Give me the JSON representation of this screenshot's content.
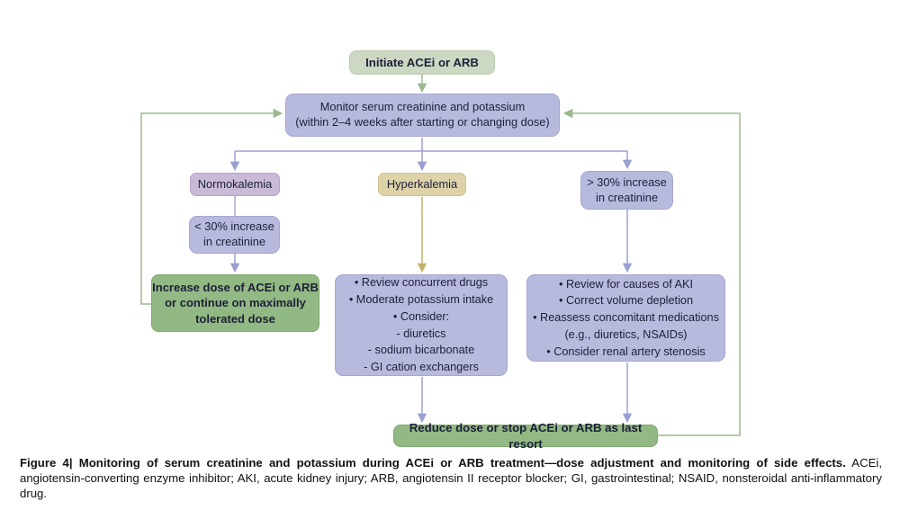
{
  "figure": {
    "caption_bold": "Figure 4| Monitoring of serum creatinine and potassium during ACEi or ARB treatment—dose adjustment and monitoring of side effects.",
    "caption_rest": " ACEi, angiotensin-converting enzyme inhibitor; AKI, acute kidney injury; ARB, angiotensin II receptor blocker; GI, gastrointestinal; NSAID, nonsteroidal anti-inflammatory drug."
  },
  "nodes": {
    "initiate": {
      "label": "Initiate ACEi or ARB"
    },
    "monitor": {
      "line1": "Monitor serum creatinine and potassium",
      "line2": "(within 2–4 weeks after starting or changing dose)"
    },
    "normokalemia": {
      "label": "Normokalemia"
    },
    "hyperkalemia": {
      "label": "Hyperkalemia"
    },
    "lt30": {
      "line1": "< 30% increase",
      "line2": "in creatinine"
    },
    "gt30": {
      "line1": "> 30% increase",
      "line2": "in creatinine"
    },
    "increase_dose": {
      "line1": "Increase dose of ACEi or ARB",
      "line2": "or continue on maximally",
      "line3": "tolerated dose"
    },
    "hyperkalemia_actions": {
      "lines": [
        "• Review concurrent drugs",
        "• Moderate potassium intake",
        "• Consider:",
        "- diuretics",
        "- sodium bicarbonate",
        "- GI cation exchangers"
      ]
    },
    "aki_actions": {
      "lines": [
        "• Review for causes of AKI",
        "• Correct volume depletion",
        "• Reassess concomitant medications",
        "(e.g., diuretics, NSAIDs)",
        "• Consider renal artery stenosis"
      ]
    },
    "reduce_dose": {
      "label": "Reduce dose or stop ACEi or ARB as last resort"
    }
  },
  "colors": {
    "sage_box": "#ccd8c2",
    "lavender_box": "#b7badd",
    "mauve_box": "#c9bad8",
    "tan_box": "#ded2a8",
    "green_box": "#92b983",
    "green_arrow": "#9cb88e",
    "purple_arrow": "#9aa0d2",
    "tan_arrow": "#c3b26a",
    "text_dark": "#1c1f38"
  }
}
